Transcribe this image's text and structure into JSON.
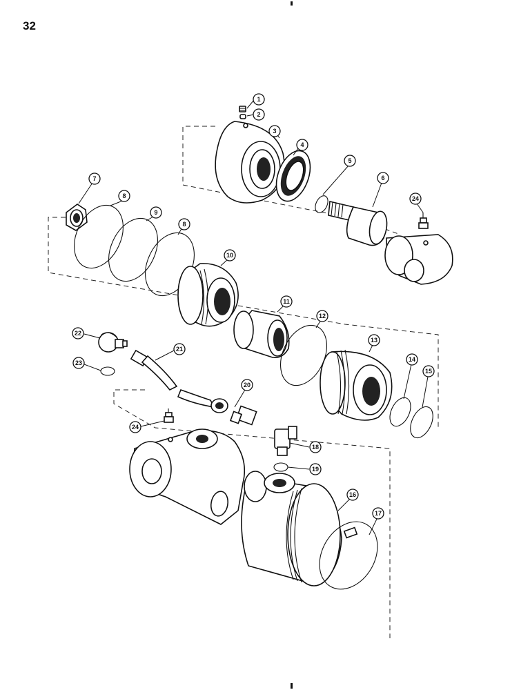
{
  "page": {
    "number": "32"
  },
  "callouts": [
    {
      "label": "1"
    },
    {
      "label": "2"
    },
    {
      "label": "3"
    },
    {
      "label": "4"
    },
    {
      "label": "5"
    },
    {
      "label": "6"
    },
    {
      "label": "24"
    },
    {
      "label": "7"
    },
    {
      "label": "8"
    },
    {
      "label": "9"
    },
    {
      "label": "8"
    },
    {
      "label": "10"
    },
    {
      "label": "11"
    },
    {
      "label": "12"
    },
    {
      "label": "13"
    },
    {
      "label": "14"
    },
    {
      "label": "15"
    },
    {
      "label": "22"
    },
    {
      "label": "23"
    },
    {
      "label": "21"
    },
    {
      "label": "20"
    },
    {
      "label": "24"
    },
    {
      "label": "18"
    },
    {
      "label": "19"
    },
    {
      "label": "16"
    },
    {
      "label": "17"
    }
  ]
}
